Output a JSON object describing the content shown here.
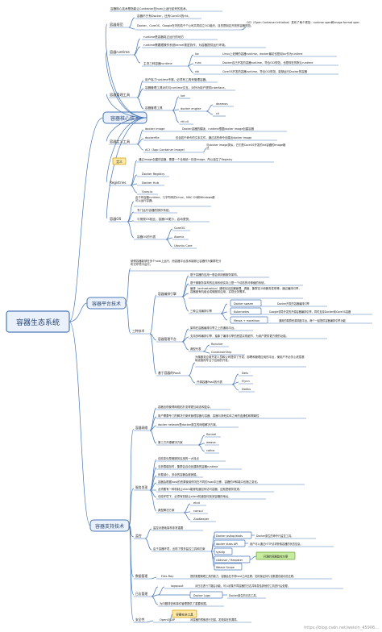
{
  "root": "容器生态系统",
  "watermark": "https://blog.csdn.net/weixin_45906...",
  "sections": {
    "core": {
      "label": "容器核心技术",
      "spec": {
        "label": "容器规范",
        "intro": "容器核心技术是指能让Container在host上运行起来的技术。",
        "items": [
          "容器不只有Docker，还有CoreOS的rkt。",
          "Docker、CoreOS、Google在内的若干个公司共同成立OCI组织，目的是制定开放的容器规范。"
        ],
        "oci": "OCI（Open Container Initiative）发布了两个规范：runtime spec和image format spec"
      },
      "runtime": {
        "label": "容器runtime",
        "items": [
          "runtime是容器真正运行的地方",
          "runtime需要跟操作系统kernel紧密协作，为容器提供运行环境。"
        ],
        "mains": {
          "label": "主流三种容器runtime",
          "items": [
            {
              "name": "lxc",
              "desc": "Linux上老牌的容器runtime，docker最初也是用lxc作为runtime"
            },
            {
              "name": "runc",
              "desc": "Docker自己开发的容器runtime，符合OCI规范，也是现在的默认runtime"
            },
            {
              "name": "rkt",
              "desc": "CoreOS开发的容器runtime，符合OCI规范，能够运行Docker的容器"
            }
          ]
        }
      },
      "mgmt": {
        "label": "容器管理工具",
        "items": [
          "用户除了runtime不够，必须有工具来管理容器。",
          "容器管理工具对内与runtime交互，对外为用户提供interface。"
        ],
        "tools": {
          "label": "容器管理工具",
          "lxd": "lxd",
          "engine": "docker engine",
          "daemon": "deamon",
          "cli": "cli",
          "rktcli": "rkt cli"
        }
      },
      "define": {
        "label": "容器定义工具",
        "items": [
          {
            "name": "docker image",
            "desc": "Docker容器的模版，runtime根据docker image创建容器"
          },
          {
            "name": "dockerfile",
            "desc": "包含若干命令的文本文件，通过这些命令创建出docker image"
          },
          {
            "name": "ACI（App Container Image）",
            "desc": "与docker image类似，它们是CoreOS开发的rkt容器的image格式"
          }
        ]
      },
      "registry": {
        "label": "Registries",
        "tag": "定义",
        "def": "通过image创建的容器，需要一个仓库统一存放image，所以诞生了Registry",
        "items": [
          "Docker Registry",
          "Docker Hub",
          "Quay.io"
        ]
      },
      "os": {
        "label": "容器OS",
        "items": [
          "由于有容器runtime，几乎所有的Linux、MAC OS和Windows都可以运行容器。",
          "专门运行容器的操作系统。",
          "与常规OS相比，容器OS更小，启动更快。"
        ],
        "reps": {
          "label": "容器OS的代表",
          "items": [
            "CoreOS",
            "Atomic",
            "Ubuntu Core"
          ]
        }
      }
    },
    "platform": {
      "label": "容器平台技术",
      "intro": "使得容器能够在多个host上运行，而容器平台技术能够让容器作为集群在分布式环境中运行。",
      "three": "三种技术",
      "orch": {
        "label": "容器编排引擎",
        "items": [
          "基于容器的应用一般会采用微服务架构。",
          "基于微服务架构的应用系统实际上是一个动态的可伸缩的系统。",
          "编排（orchestration）通常包括容器管理、调度、集群定义和服务发现等。通过编排引擎，容器被有机组合成微服务应用，实现业务需求。"
        ],
        "reps": {
          "label": "三种主流编排引擎",
          "items": [
            {
              "name": "Docker swarm",
              "desc": "Docker开发的容器编排引擎"
            },
            {
              "name": "Kubernetes",
              "desc": "Google领导开发的开源容器编排引擎，同时支持Docker和CoreOS容器"
            },
            {
              "name": "Mesos + marathon",
              "desc": "通用的集群资源调度平台，两个一起提供容器编排引擎功能"
            }
          ]
        }
      },
      "platmgmt": {
        "label": "容器管理平台",
        "items": [
          "架构在容器编排引擎之上的通用平台。",
          "支持多种编排引擎，抽象了编排引擎的底层实现细节，为用户提供更方便的功能。"
        ],
        "reps": {
          "label": "典型代表",
          "items": [
            "Rancher",
            "ContainerShip"
          ]
        }
      },
      "paas": {
        "label": "基于容器的PaaS",
        "intro": "为微服务应用开发人员和公司提供了开发、部署和管理应用的平台，使用户不必关心底层基础设施而专注于应用的开发。",
        "reps": {
          "label": "开源容器PaaS的代表",
          "items": [
            "Deis",
            "Flynn",
            "Dokku"
          ]
        }
      }
    },
    "support": {
      "label": "容器支持技术",
      "network": {
        "label": "容器网络",
        "items": [
          "容器出现使得网络拓扑变得更加动态和复杂。",
          "用户需要专门的解决方案来管理容器与容器、容器与其他实体之间的连通性和隔离性",
          "docker network是docker原生的网络解决方案。",
          "第三方开源解决方案"
        ],
        "third": [
          "flannel",
          "weave",
          "calico"
        ]
      },
      "discovery": {
        "label": "服务发现",
        "items": [
          "动态变化是微服务应用的一大特点",
          "当负载增加时，集群会自动创建新的容器runtime",
          "负载减小，多余的容器会被销毁。",
          "容器会根据host的资源使用情况在不同的host中迁移，容器的IP和端口也随之变化。",
          "必须要有一种机制让client能够知道如何访问容器，这就是服务发现。",
          "动态环境下，必须有机制让client知道如何找到容器的地址。"
        ],
        "reps": {
          "label": "典型解决方案",
          "items": [
            "etcd",
            "consul",
            "ZooKeeper"
          ]
        }
      },
      "monitor": {
        "label": "监控",
        "items": [
          "监控对基础架构非常重要",
          "由于容器环境，出现了很多监控工具和方案"
        ],
        "tools": [
          "Docker ps/top/stats",
          "docker stats API",
          "sysdig",
          "cAdvisor / Heapster",
          "Weave Scope"
        ],
        "descs": [
          "Docker原生的命令行监控工具。",
          "用户可以通过HTTP请求获取容器的状态信息。"
        ],
        "hl": "开源的容器监控方案"
      },
      "data": {
        "label": "数据管理",
        "tool": "Flex-Ray",
        "desc": "提供数据管理工具的能力，容器会在不同host之间迁移，如何保证持久化数据也能动态迁移。"
      },
      "log": {
        "label": "日志管理",
        "items": [
          {
            "name": "logspout",
            "desc": "对日志进行了路由功能，可以收集不同容器的日志并转发给其他的工具进行后处理。"
          },
          {
            "name": "Docker Logs",
            "desc": "Docker原生的日志工具。"
          }
        ],
        "extra": "为问题排查和事件管理提供了重要依据。"
      },
      "security": {
        "label": "安全性",
        "tool": "OpenSCAP",
        "desc": "对容器的镜像进行扫描，发现潜在的漏洞。",
        "hl": "容器安全工具"
      }
    }
  }
}
